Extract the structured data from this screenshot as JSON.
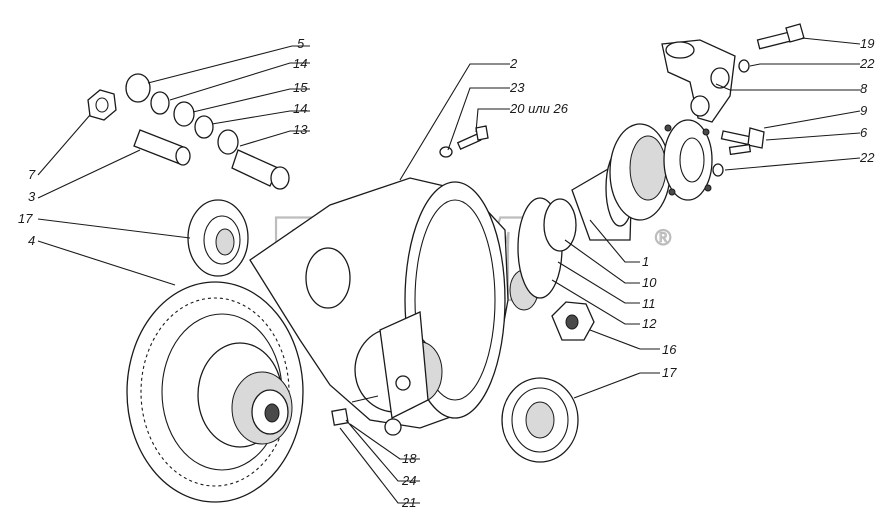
{
  "watermark": {
    "text": "ВТМ",
    "registered": "®"
  },
  "callouts": [
    {
      "id": "c-5",
      "text": "5"
    },
    {
      "id": "c-14a",
      "text": "14"
    },
    {
      "id": "c-15",
      "text": "15"
    },
    {
      "id": "c-14b",
      "text": "14"
    },
    {
      "id": "c-13",
      "text": "13"
    },
    {
      "id": "c-7",
      "text": "7"
    },
    {
      "id": "c-3",
      "text": "3"
    },
    {
      "id": "c-17a",
      "text": "17"
    },
    {
      "id": "c-4",
      "text": "4"
    },
    {
      "id": "c-2",
      "text": "2"
    },
    {
      "id": "c-23",
      "text": "23"
    },
    {
      "id": "c-20",
      "text": "20 или 26"
    },
    {
      "id": "c-19",
      "text": "19"
    },
    {
      "id": "c-22a",
      "text": "22"
    },
    {
      "id": "c-8",
      "text": "8"
    },
    {
      "id": "c-9",
      "text": "9"
    },
    {
      "id": "c-6",
      "text": "6"
    },
    {
      "id": "c-22b",
      "text": "22"
    },
    {
      "id": "c-1",
      "text": "1"
    },
    {
      "id": "c-10",
      "text": "10"
    },
    {
      "id": "c-11",
      "text": "11"
    },
    {
      "id": "c-12",
      "text": "12"
    },
    {
      "id": "c-16",
      "text": "16"
    },
    {
      "id": "c-17b",
      "text": "17"
    },
    {
      "id": "c-18",
      "text": "18"
    },
    {
      "id": "c-24",
      "text": "24"
    },
    {
      "id": "c-21",
      "text": "21"
    }
  ]
}
